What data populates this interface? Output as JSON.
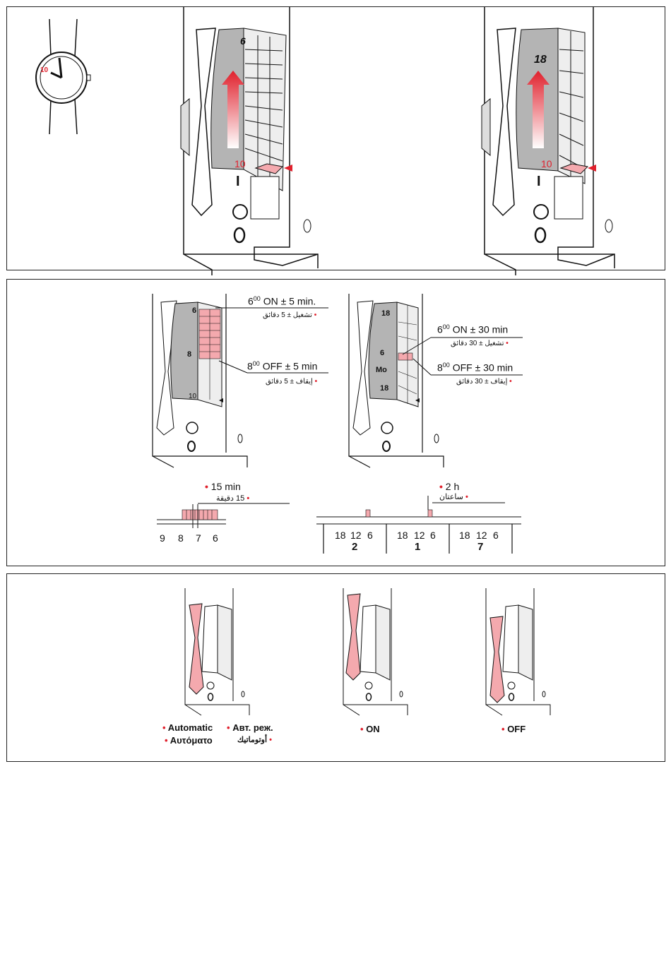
{
  "panel1": {
    "watch_hour": "10",
    "dial_top_number_left": "6",
    "dial_current_left": "10",
    "dial_top_number_right": "18",
    "dial_current_right": "10",
    "switch_on": "I",
    "switch_auto": "clock-icon",
    "switch_off": "O"
  },
  "panel2": {
    "left_dial": {
      "n1": "6",
      "n2": "8",
      "n3": "10"
    },
    "right_dial": {
      "n1": "18",
      "n2": "6",
      "n3": "Mo",
      "n4": "18"
    },
    "on5": {
      "time": "6",
      "sup": "00",
      "text": " ON ± 5 min.",
      "arabic": "تشغيل ± 5 دقائق"
    },
    "off5": {
      "time": "8",
      "sup": "00",
      "text": " OFF ± 5 min",
      "arabic": "إيقاف ± 5 دقائق"
    },
    "on30": {
      "time": "6",
      "sup": "00",
      "text": " ON ± 30 min",
      "arabic": "تشغيل ± 30 دقائق"
    },
    "off30": {
      "time": "8",
      "sup": "00",
      "text": " OFF ± 30 min",
      "arabic": "إيقاف ± 30 دقائق"
    },
    "scale_left": {
      "label": "15 min",
      "arabic": "15 دقيقة",
      "ticks": [
        "9",
        "8",
        "7",
        "6"
      ]
    },
    "scale_right": {
      "label": "2 h",
      "arabic": "ساعتان",
      "group_ticks": [
        "18",
        "12",
        "6"
      ],
      "days": [
        "2",
        "1",
        "7"
      ]
    }
  },
  "panel3": {
    "automatic": "Automatic",
    "automatic_greek": "Αυτόματο",
    "automatic_russian": "Авт. реж.",
    "automatic_arabic": "أوتوماتيك",
    "on": "ON",
    "off": "OFF"
  },
  "colors": {
    "accent": "#e0202c",
    "pink": "#f4a9ae",
    "dial_grey": "#b4b4b4"
  }
}
